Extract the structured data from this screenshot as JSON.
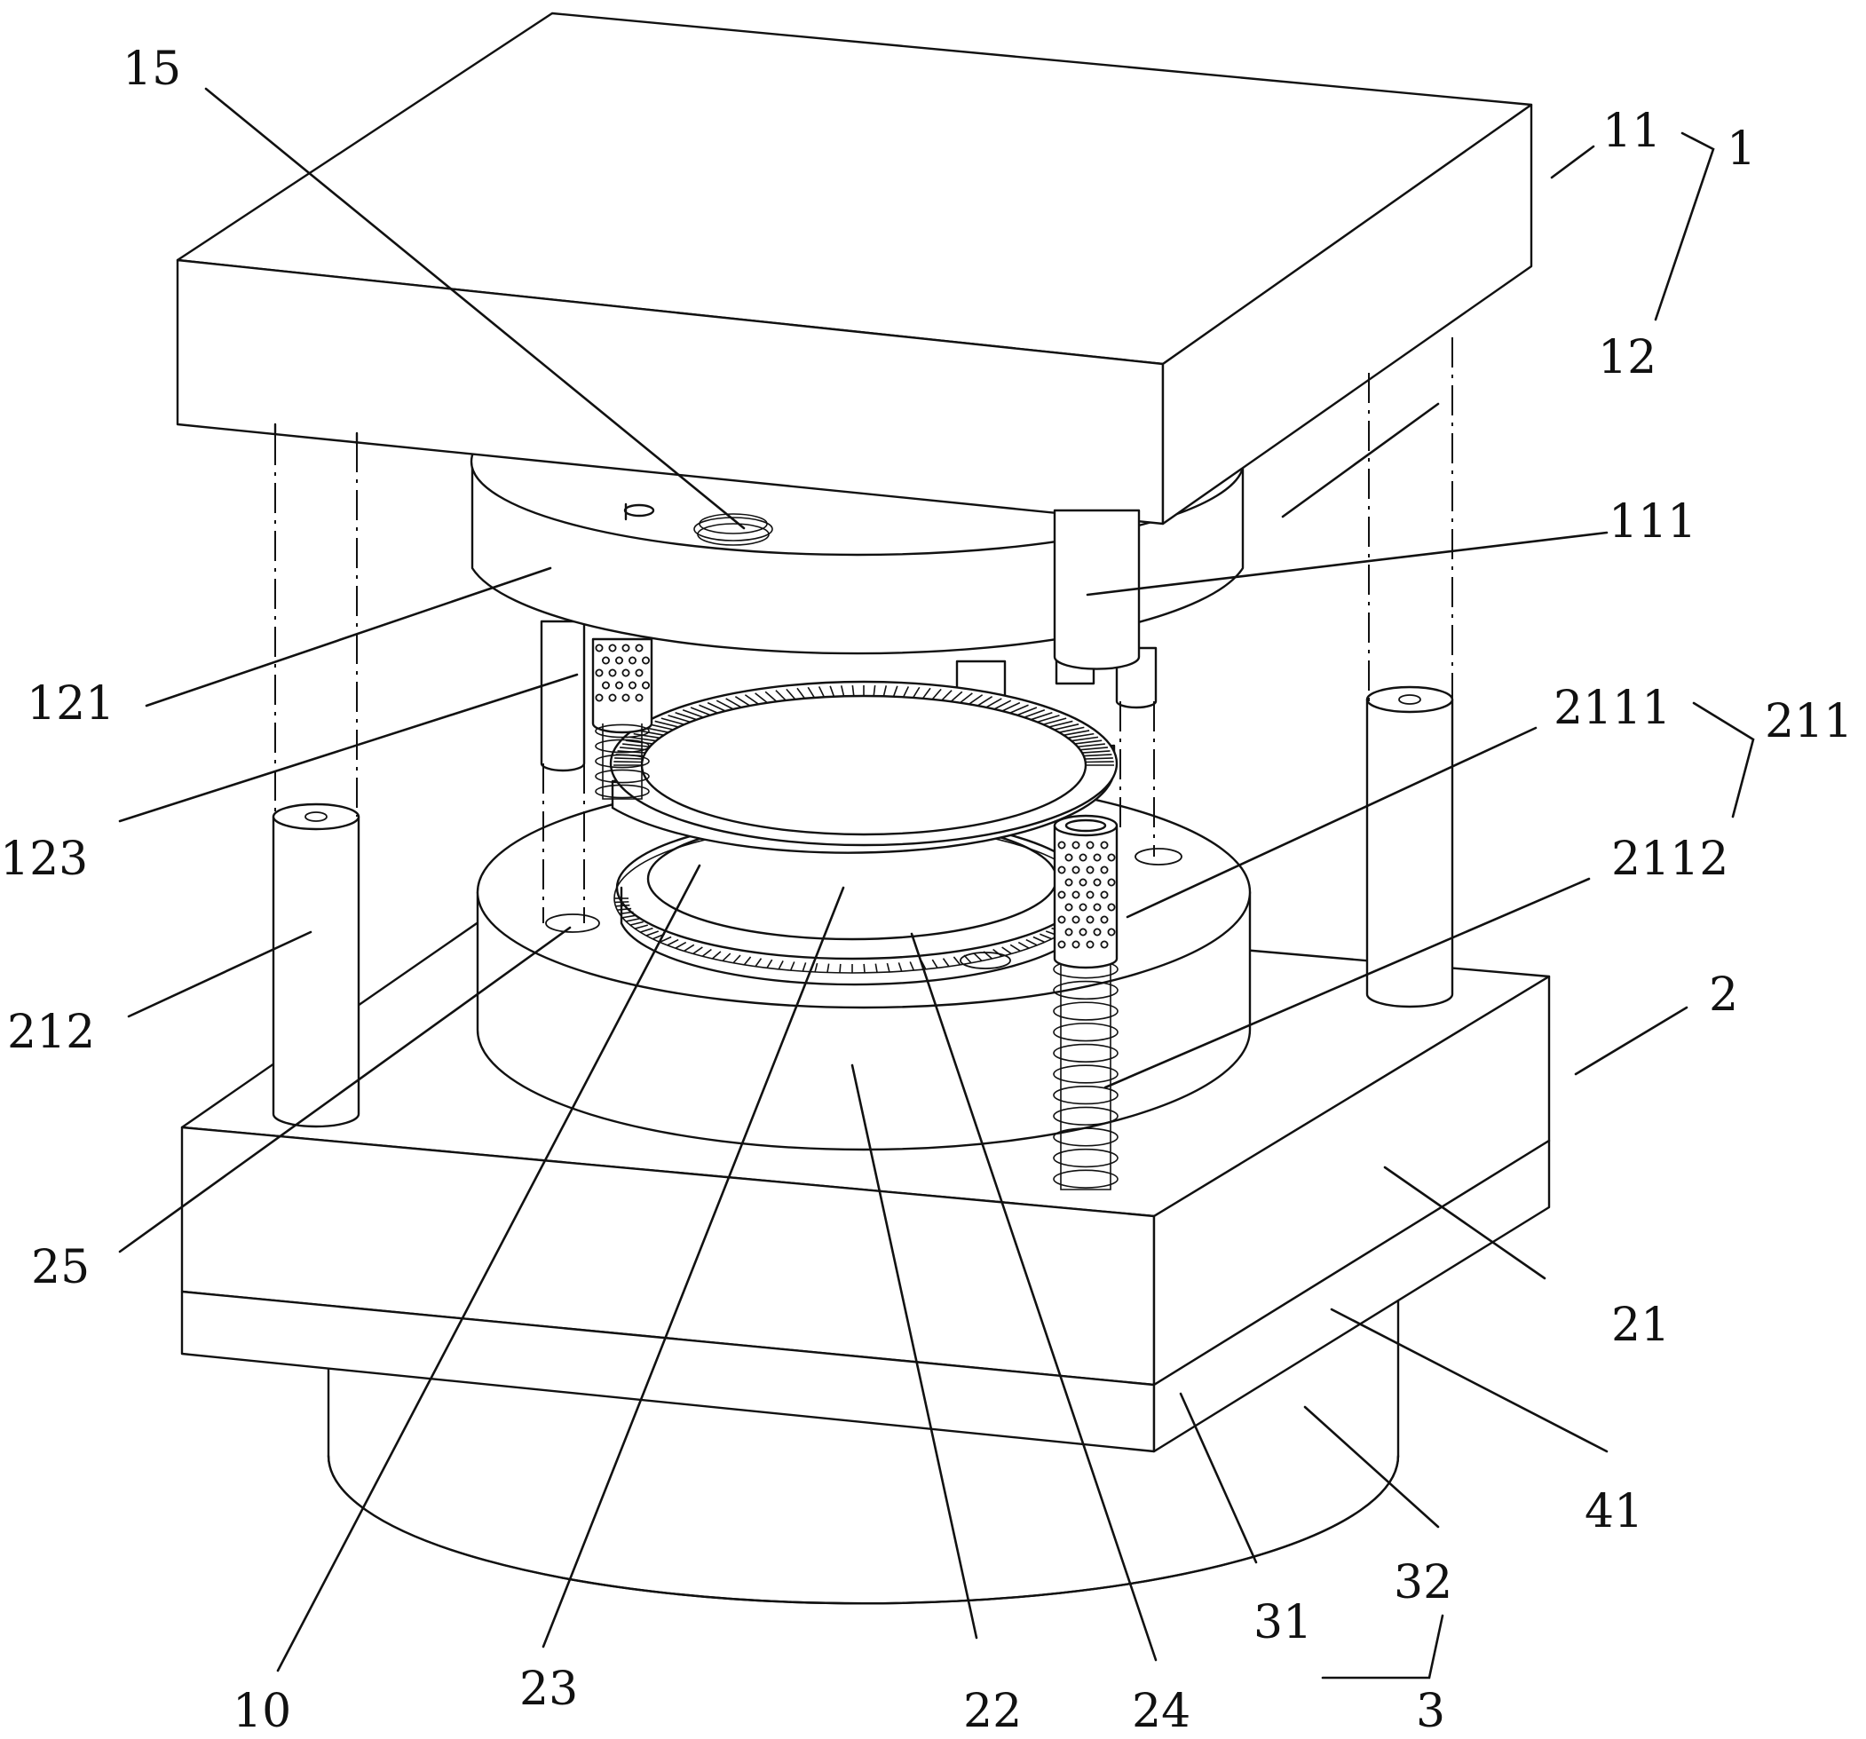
{
  "labels": {
    "l15": "15",
    "l11": "11",
    "l1": "1",
    "l12": "12",
    "l111": "111",
    "l121": "121",
    "l2111": "2111",
    "l211": "211",
    "l123": "123",
    "l2112": "2112",
    "l212": "212",
    "l2": "2",
    "l25": "25",
    "l21": "21",
    "l41": "41",
    "l32": "32",
    "l31": "31",
    "l3": "3",
    "l10": "10",
    "l23": "23",
    "l22": "22",
    "l24": "24"
  }
}
